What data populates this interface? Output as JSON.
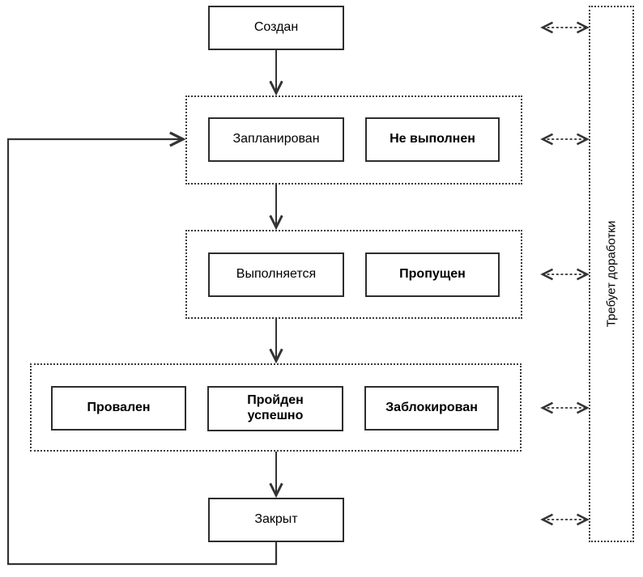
{
  "diagram": {
    "type": "state-flowchart",
    "nodes": {
      "created": "Создан",
      "planned": "Запланирован",
      "not_executed": "Не выполнен",
      "in_progress": "Выполняется",
      "skipped": "Пропущен",
      "failed": "Провален",
      "passed_line1": "Пройден",
      "passed_line2": "успешно",
      "blocked": "Заблокирован",
      "closed": "Закрыт",
      "rework": "Требует доработки"
    },
    "colors": {
      "line": "#333333",
      "box_border": "#2d2d2d",
      "background": "#ffffff",
      "text": "#000000"
    }
  }
}
